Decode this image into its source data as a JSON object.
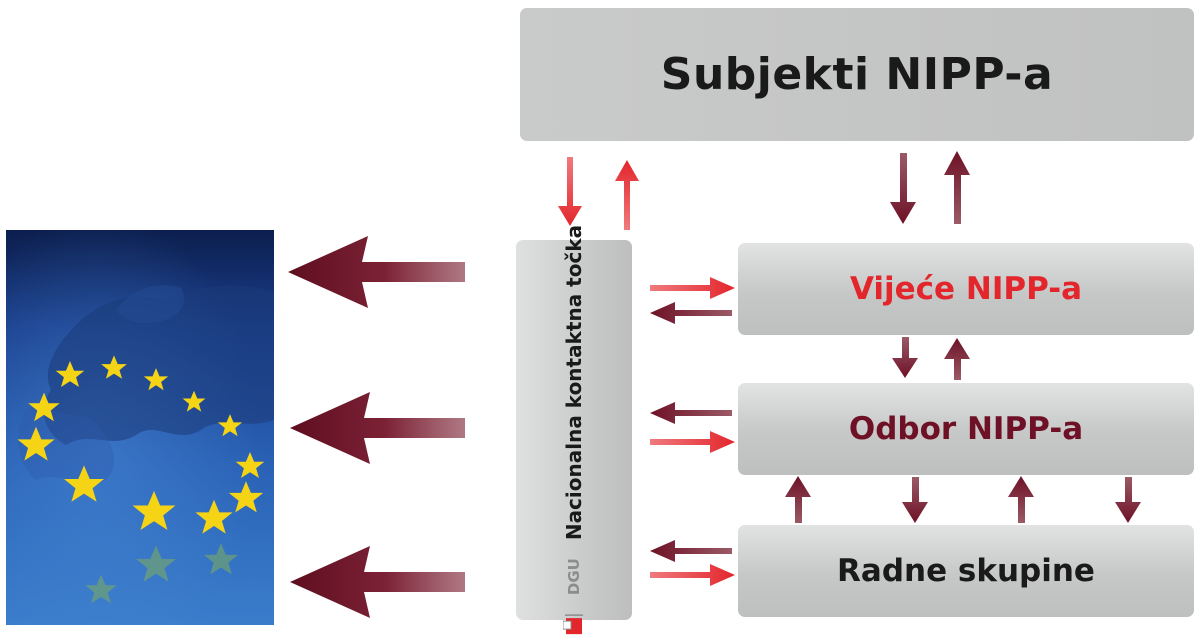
{
  "boxes": {
    "subjekti": "Subjekti NIPP-a",
    "vijece": "Vijeće NIPP-a",
    "odbor": "Odbor NIPP-a",
    "radne": "Radne skupine",
    "nkt": "Nacionalna kontaktna točka"
  },
  "logo": {
    "text": "DGU"
  },
  "colors": {
    "red": "#e2262c",
    "dark_red": "#6e1126",
    "box_gray": "#c8c9c9",
    "eu_blue": "#1d3f8a",
    "star_yellow": "#f5d415"
  },
  "icons": {
    "eu_image": "europe-flag-map-image"
  }
}
